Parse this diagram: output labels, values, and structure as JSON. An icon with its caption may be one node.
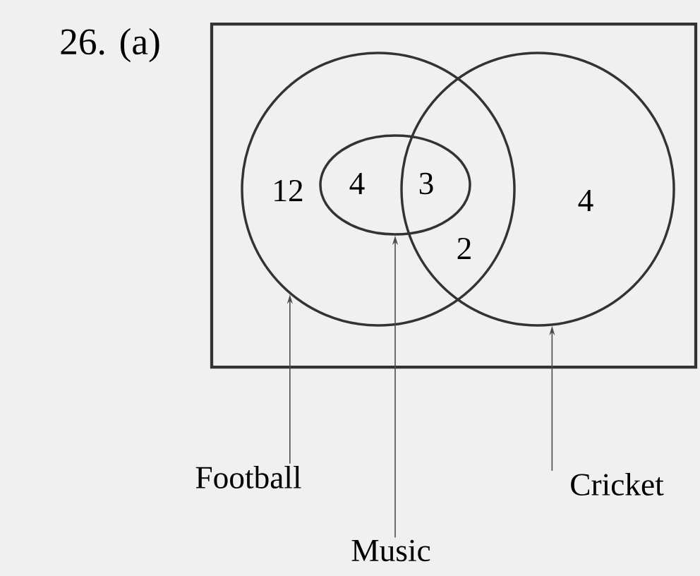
{
  "diagram": {
    "nodes": [
      {
        "text": [],
        "shape": "box"
      },
      {
        "text": [],
        "shape": "circle",
        "in": 0
      },
      {
        "text": [],
        "shape": "circle",
        "in": 0
      },
      {
        "text": [],
        "shape": "ellipse",
        "in": 1
      },
      {
        "text": [
          "Football"
        ]
      },
      {
        "text": [
          "Music"
        ]
      },
      {
        "text": [
          "Cricket"
        ]
      }
    ],
    "edges": [
      {
        "from": 4,
        "to": 1,
        "arrow": "to"
      },
      {
        "from": 5,
        "to": 3,
        "arrow": "to"
      },
      {
        "from": 6,
        "to": 2,
        "arrow": "to"
      }
    ],
    "labels": [
      "26. (a)",
      "12",
      "4",
      "3",
      "2",
      "4"
    ]
  }
}
